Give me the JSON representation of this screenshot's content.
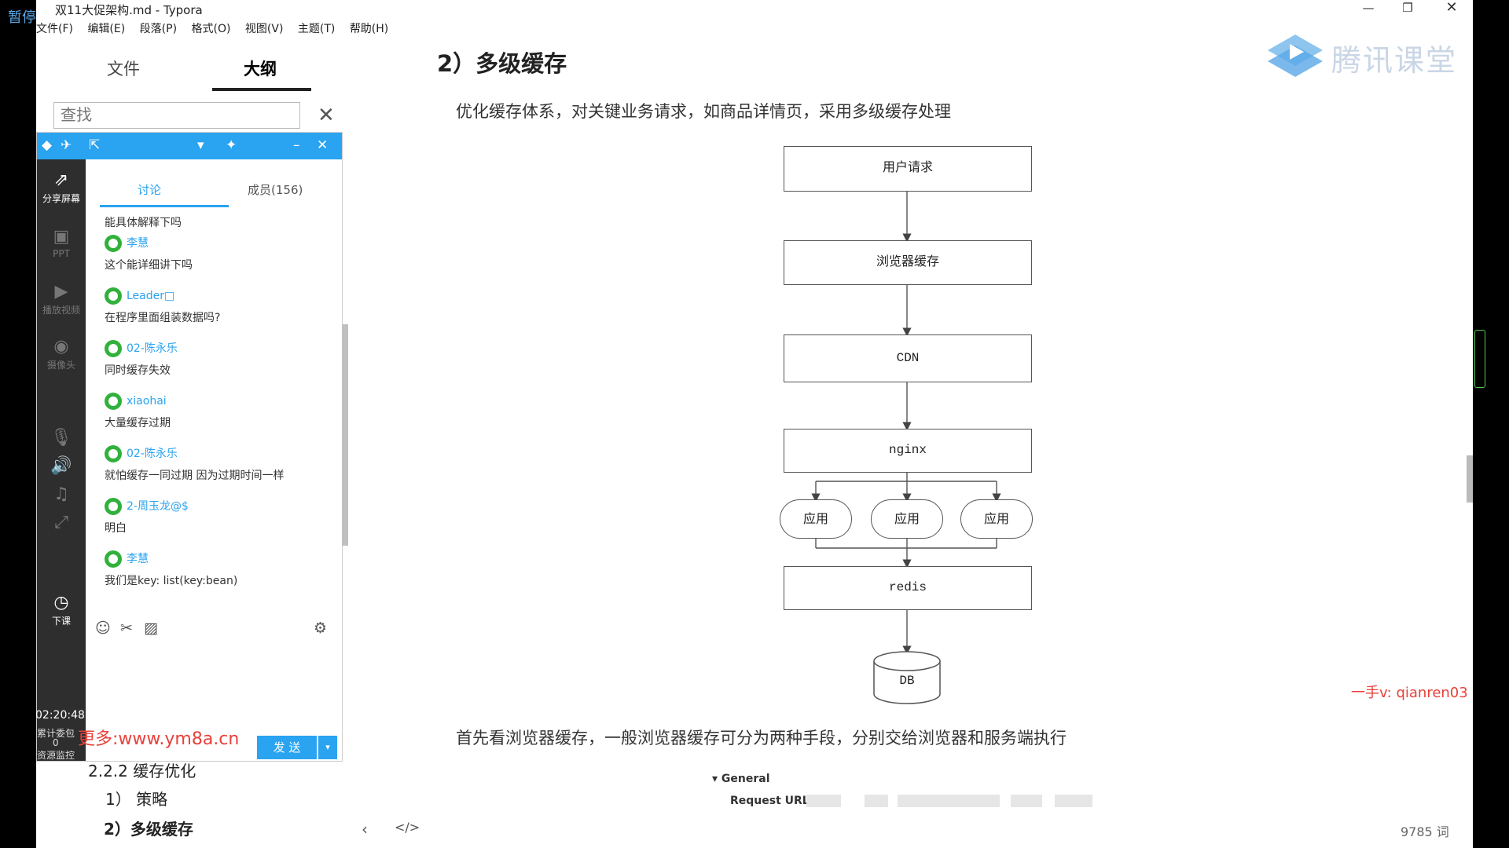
{
  "window": {
    "title": "双11大促架构.md - Typora",
    "minimize_icon": "minimize-icon",
    "restore_icon": "restore-icon",
    "close_icon": "close-icon"
  },
  "menu": [
    "文件(F)",
    "编辑(E)",
    "段落(P)",
    "格式(O)",
    "视图(V)",
    "主题(T)",
    "帮助(H)"
  ],
  "overlay_label": "暂停",
  "sidebar": {
    "tabs": [
      "文件",
      "大纲"
    ],
    "search_placeholder": "查找",
    "outline_items": [
      "2.2.2 缓存优化",
      "1） 策略",
      "2）多级缓存"
    ]
  },
  "chat": {
    "tabs": [
      "讨论",
      "成员(156)"
    ],
    "tools": [
      "分享屏幕",
      "PPT",
      "播放视频",
      "摄像头",
      "下课"
    ],
    "timer": "02:20:48",
    "stats": [
      "累计委包",
      "0",
      "资源监控"
    ],
    "messages": [
      {
        "text": "能具体解释下吗"
      },
      {
        "user": "李慧",
        "text": "这个能详细讲下吗"
      },
      {
        "user": "Leader□",
        "text": "在程序里面组装数据吗?"
      },
      {
        "user": "02-陈永乐",
        "text": "同时缓存失效"
      },
      {
        "user": "xiaohai",
        "text": "大量缓存过期"
      },
      {
        "user": "02-陈永乐",
        "text": "就怕缓存一同过期  因为过期时间一样"
      },
      {
        "user": "2-周玉龙@$",
        "text": "明白"
      },
      {
        "user": "李慧",
        "text": "我们是key:  list(key:bean)"
      }
    ],
    "send_label": "发 送"
  },
  "watermarks": {
    "site": "更多:www.ym8a.cn",
    "brand": "腾讯课堂",
    "contact": "一手v: qianren03"
  },
  "content": {
    "heading": "2）多级缓存",
    "intro": "优化缓存体系，对关键业务请求，如商品详情页，采用多级缓存处理",
    "diagram": {
      "nodes": [
        "用户请求",
        "浏览器缓存",
        "CDN",
        "nginx",
        "应用",
        "应用",
        "应用",
        "redis",
        "DB"
      ]
    },
    "after": "首先看浏览器缓存，一般浏览器缓存可分为两种手段，分别交给浏览器和服务端执行",
    "general": "▾ General",
    "request_url_label": "Request URL:"
  },
  "status": {
    "word_count": "9785 词"
  }
}
